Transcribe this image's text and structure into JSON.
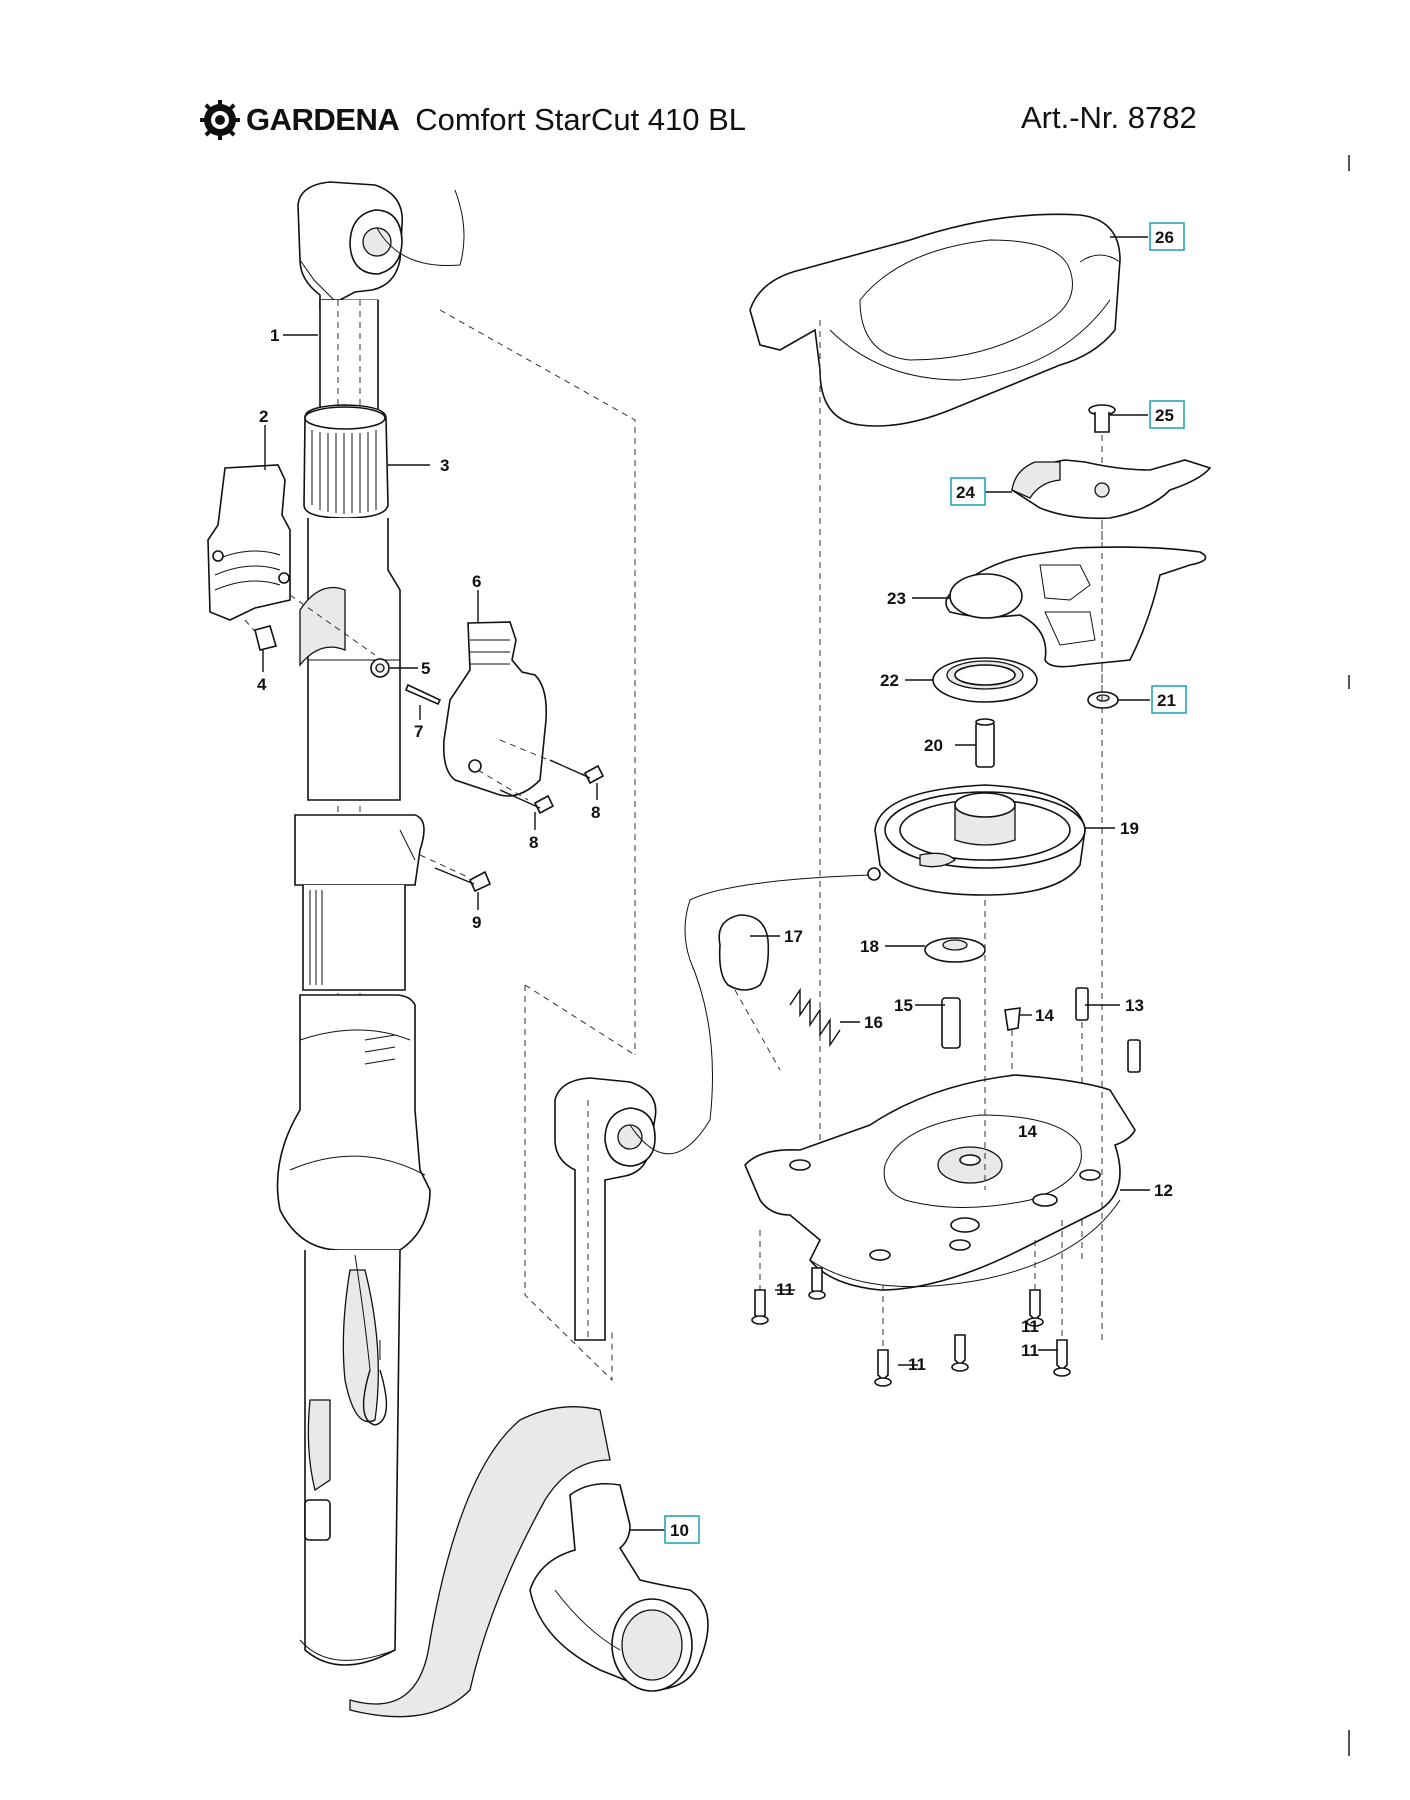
{
  "header": {
    "brand": "GARDENA",
    "model": "Comfort StarCut 410 BL",
    "article_number": "Art.-Nr. 8782"
  },
  "callouts": [
    "1",
    "2",
    "3",
    "4",
    "5",
    "6",
    "7",
    "8",
    "8",
    "9",
    "10",
    "11",
    "11",
    "11",
    "11",
    "12",
    "13",
    "14",
    "14",
    "15",
    "16",
    "17",
    "18",
    "19",
    "20",
    "21",
    "22",
    "23",
    "24",
    "25",
    "26"
  ],
  "highlighted_callouts": [
    "10",
    "21",
    "24",
    "25",
    "26"
  ],
  "colors": {
    "highlight_box": "#2aa5b5",
    "line": "#111111",
    "background": "#ffffff"
  }
}
